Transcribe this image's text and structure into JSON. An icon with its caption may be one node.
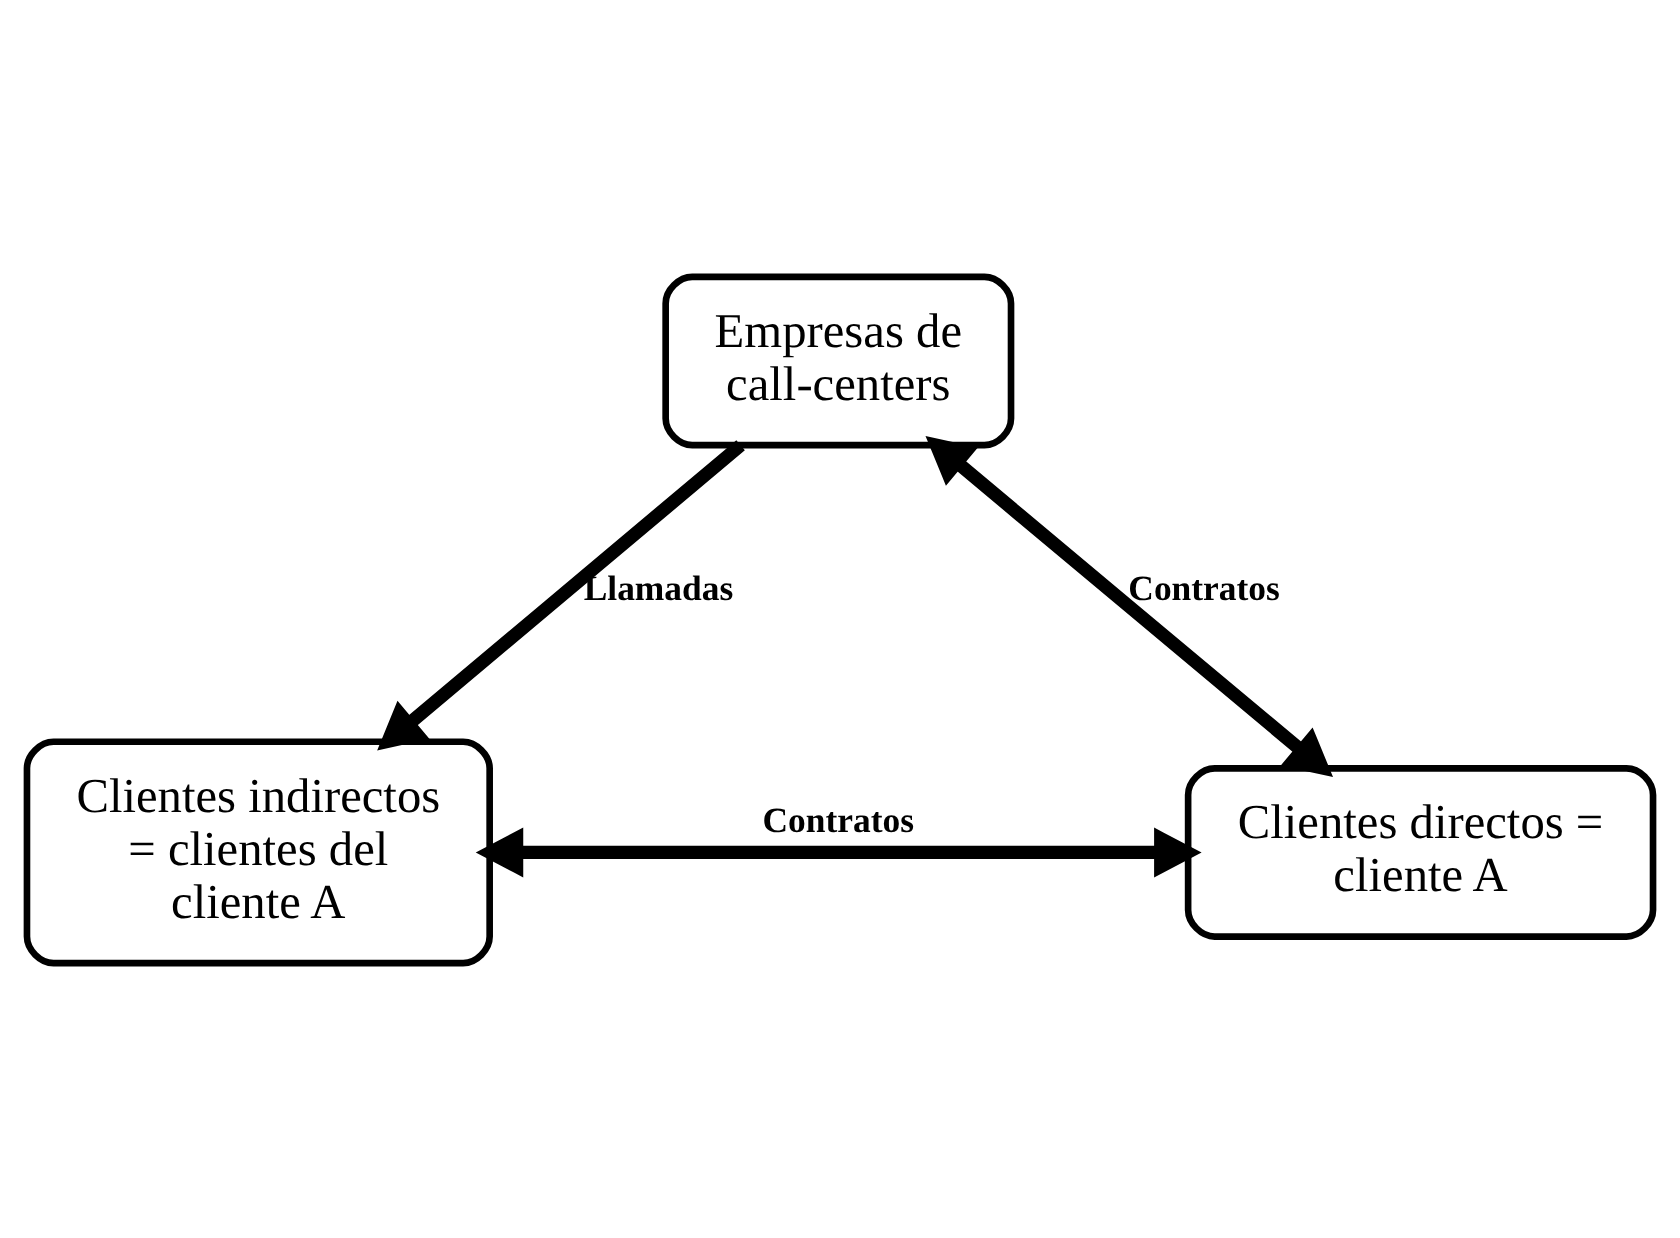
{
  "diagram": {
    "nodes": [
      {
        "text": [
          "Empresas de call-centers"
        ]
      },
      {
        "text": [
          "Clientes indirectos = clientes del cliente A"
        ]
      },
      {
        "text": [
          "Clientes directos = cliente A"
        ]
      }
    ],
    "edges": [
      {
        "from": 0,
        "to": 1,
        "arrow": "to",
        "label": "Llamadas"
      },
      {
        "from": 0,
        "to": 2,
        "arrow": "both",
        "label": "Contratos"
      },
      {
        "from": 1,
        "to": 2,
        "arrow": "both",
        "label": "Contratos"
      }
    ]
  }
}
